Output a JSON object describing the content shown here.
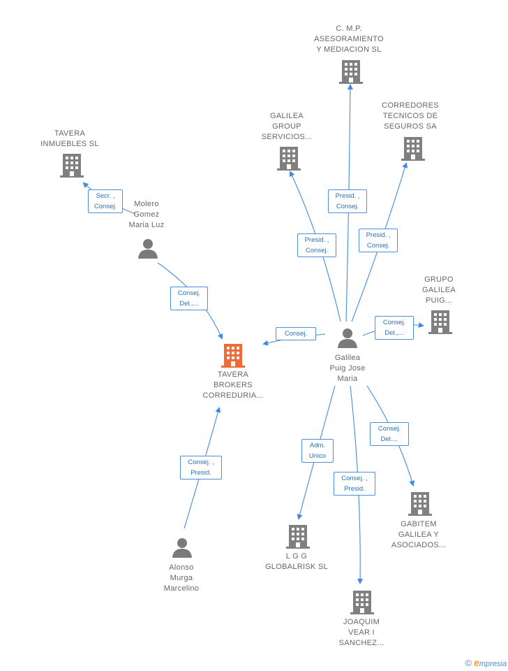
{
  "colors": {
    "edge": "#3f8ae0",
    "company": "#808080",
    "focus_company": "#f06a35",
    "person": "#7a7a7a"
  },
  "nodes": {
    "tavera_brokers": {
      "label": "TAVERA\nBROKERS\nCORREDURIA...",
      "type": "company-focus"
    },
    "cmp": {
      "label": "C. M.P.\nASESORAMIENTO\nY MEDIACION SL",
      "type": "company"
    },
    "galilea_group": {
      "label": "GALILEA\nGROUP\nSERVICIOS...",
      "type": "company"
    },
    "corredores": {
      "label": "CORREDORES\nTECNICOS DE\nSEGUROS SA",
      "type": "company"
    },
    "tavera_inmuebles": {
      "label": "TAVERA\nINMUEBLES SL",
      "type": "company"
    },
    "grupo_galilea": {
      "label": "GRUPO\nGALILEA\nPUIG...",
      "type": "company"
    },
    "gabitem": {
      "label": "GABITEM\nGALILEA Y\nASOCIADOS...",
      "type": "company"
    },
    "lgg": {
      "label": "L G G\nGLOBALRISK SL",
      "type": "company"
    },
    "joaquim": {
      "label": "JOAQUIM\nVEAR I\nSANCHEZ...",
      "type": "company"
    },
    "molero": {
      "label": "Molero\nGomez\nMaria Luz",
      "type": "person"
    },
    "galilea_puig": {
      "label": "Galilea\nPuig Jose\nMaria",
      "type": "person"
    },
    "alonso": {
      "label": "Alonso\nMurga\nMarcelino",
      "type": "person"
    }
  },
  "edges": {
    "molero_inmuebles": {
      "label": "Secr. ,\nConsej."
    },
    "molero_brokers": {
      "label": "Consej.\nDel.,..."
    },
    "galilea_brokers": {
      "label": "Consej."
    },
    "galilea_cmp": {
      "label": "Presid. ,\nConsej."
    },
    "galilea_group": {
      "label": "Presid. ,\nConsej."
    },
    "galilea_corredores": {
      "label": "Presid. ,\nConsej."
    },
    "galilea_grupo": {
      "label": "Consej.\nDel.,..."
    },
    "galilea_gabitem": {
      "label": "Consej.\nDel...."
    },
    "galilea_lgg": {
      "label": "Adm.\nUnico"
    },
    "galilea_joaquim": {
      "label": "Consej. ,\nPresid."
    },
    "alonso_brokers": {
      "label": "Consej. ,\nPresid."
    }
  },
  "footer": {
    "copyright": "©",
    "brand_e": "e",
    "brand_rest": "mpresia"
  }
}
